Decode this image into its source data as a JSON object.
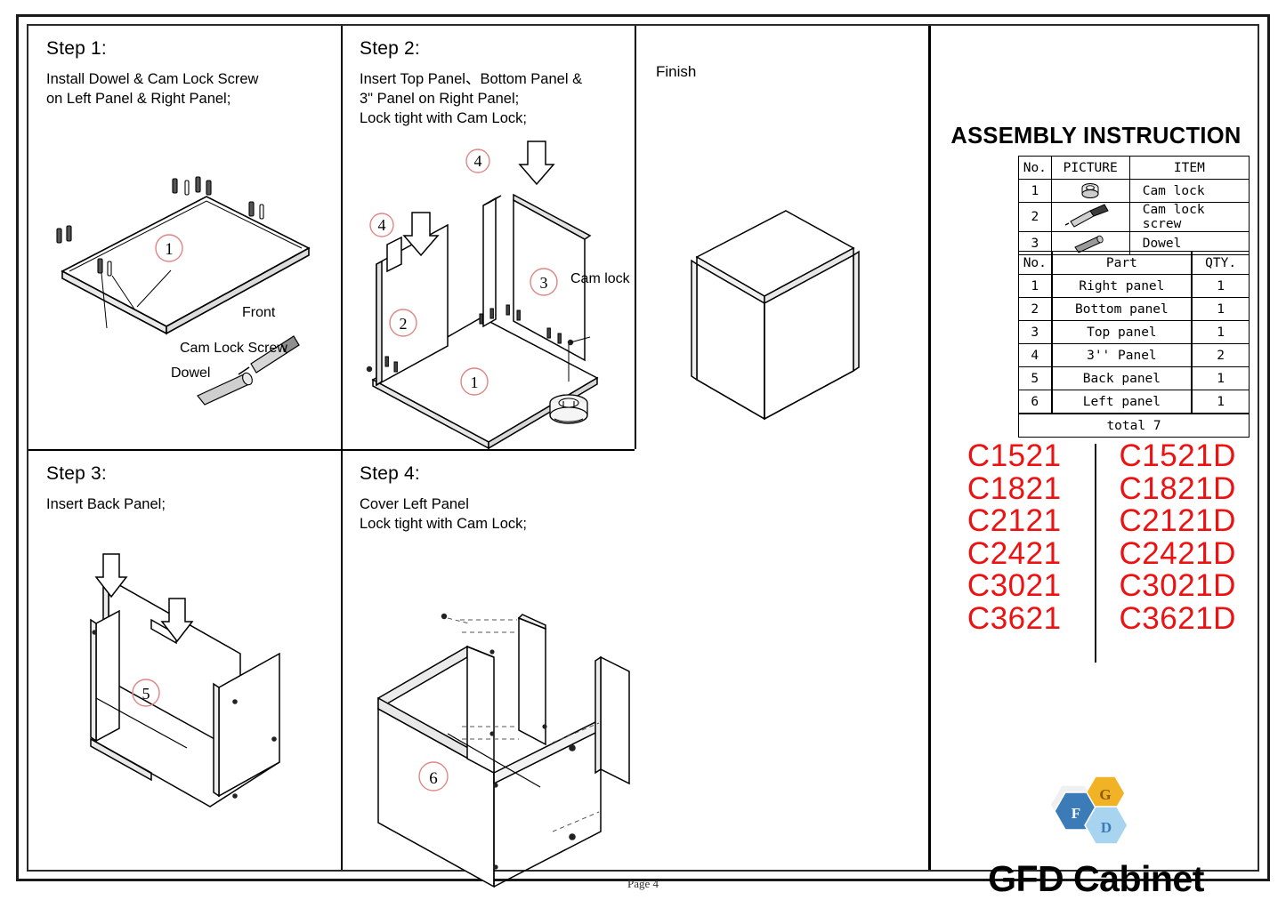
{
  "document": {
    "footer": "Page  4"
  },
  "steps": [
    {
      "title": "Step 1:",
      "body": "Install Dowel & Cam Lock Screw\n on Left Panel & Right Panel;"
    },
    {
      "title": "Step 2:",
      "body": "Insert Top Panel、Bottom Panel &\n3\" Panel on Right Panel;\nLock tight with Cam Lock;"
    },
    {
      "title": "Step 3:",
      "body": "Insert Back Panel;"
    },
    {
      "title": "Step 4:",
      "body": "Cover Left Panel\nLock tight with Cam Lock;"
    }
  ],
  "finish": {
    "title": "Finish"
  },
  "step1_labels": {
    "front": "Front",
    "cam_lock_screw": "Cam Lock Screw",
    "dowel": "Dowel",
    "callout": "1"
  },
  "step2_labels": {
    "cam_lock": "Cam lock",
    "callouts": [
      "1",
      "2",
      "3",
      "4",
      "4"
    ]
  },
  "step3_labels": {
    "callout": "5"
  },
  "step4_labels": {
    "callout": "6"
  },
  "assembly": {
    "title": "ASSEMBLY INSTRUCTION",
    "hardware_table": {
      "headers": [
        "No.",
        "PICTURE",
        "ITEM"
      ],
      "rows": [
        {
          "no": "1",
          "picture": "cam-lock-icon",
          "item": "Cam lock"
        },
        {
          "no": "2",
          "picture": "cam-lock-screw-icon",
          "item": "Cam lock screw"
        },
        {
          "no": "3",
          "picture": "dowel-icon",
          "item": "Dowel"
        }
      ]
    },
    "parts_table": {
      "headers": [
        "No.",
        "Part",
        "QTY."
      ],
      "rows": [
        {
          "no": "1",
          "part": "Right panel",
          "qty": "1"
        },
        {
          "no": "2",
          "part": "Bottom panel",
          "qty": "1"
        },
        {
          "no": "3",
          "part": "Top panel",
          "qty": "1"
        },
        {
          "no": "4",
          "part": "3'' Panel",
          "qty": "2"
        },
        {
          "no": "5",
          "part": "Back panel",
          "qty": "1"
        },
        {
          "no": "6",
          "part": "Left panel",
          "qty": "1"
        }
      ],
      "total": "total  7"
    }
  },
  "models": {
    "left": [
      "C1521",
      "C1821",
      "C2121",
      "C2421",
      "C3021",
      "C3621"
    ],
    "right": [
      "C1521D",
      "C1821D",
      "C2121D",
      "C2421D",
      "C3021D",
      "C3621D"
    ],
    "color": "#ee1111"
  },
  "logo": {
    "hexes": [
      {
        "letter": "G",
        "color": "#f2b225"
      },
      {
        "letter": "F",
        "color": "#3b7cb8"
      },
      {
        "letter": "D",
        "color": "#a8d4ef"
      }
    ],
    "text": "GFD Cabinet"
  }
}
